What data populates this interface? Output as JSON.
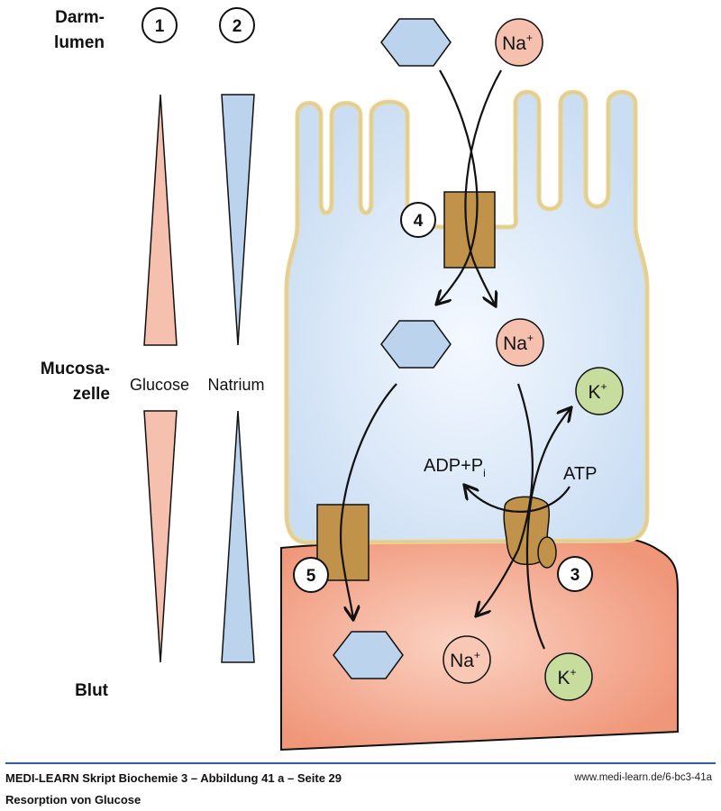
{
  "labels": {
    "lumen": [
      "Darm-",
      "lumen"
    ],
    "mucosa": [
      "Mucosa-",
      "zelle"
    ],
    "blood": "Blut"
  },
  "gradients": {
    "markers": [
      "1",
      "2"
    ],
    "glucose": "Glucose",
    "sodium": "Natrium"
  },
  "ions": {
    "sodium": "Na",
    "potassium": "K",
    "charge": "+"
  },
  "chemistry": {
    "adp": "ADP+P",
    "adp_sub": "i",
    "atp": "ATP"
  },
  "transporters": {
    "sglt": "4",
    "glut": "5",
    "pump": "3"
  },
  "colors": {
    "glucose": "#bcd3ee",
    "sodium": "#f5c0ad",
    "potassium": "#c7dd9e",
    "transporter": "#c0924a",
    "membrane": "#f5d680",
    "cell": "#d6e6f7",
    "blood": "#f09a7e",
    "footer_rule": "#2b5fae"
  },
  "footer": {
    "title": "MEDI-LEARN Skript Biochemie 3 – Abbildung 41 a – Seite 29",
    "url": "www.medi-learn.de/6-bc3-41a",
    "subtitle": "Resorption von Glucose"
  }
}
